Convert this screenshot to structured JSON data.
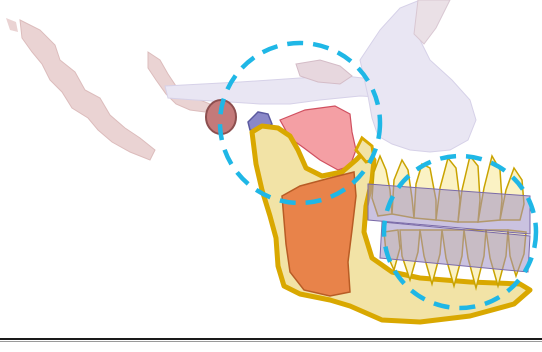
{
  "diagram": {
    "type": "anatomical-illustration",
    "subject": "mandible-and-teeth-lateral-view",
    "highlights": [
      {
        "target": "temporomandibular-joint",
        "style": "dashed-circle",
        "color": "#1fb7e6"
      },
      {
        "target": "dentition",
        "style": "dashed-circle",
        "color": "#1fb7e6"
      }
    ],
    "colors": {
      "skull": "#e9e6f3",
      "skull_outline": "#c9c3df",
      "mandible_fill": "#f2e3a6",
      "mandible_outline": "#d9a800",
      "masseter": "#e8834a",
      "pterygoid": "#f07f86",
      "condyle": "#c47a7a",
      "tooth_fill": "#fbf2c4",
      "tooth_outline": "#c9a300",
      "occlusal_band": "#9e8fc7",
      "cervical_spine": "#ead3d3",
      "highlight_circle": "#1fb7e6"
    }
  }
}
